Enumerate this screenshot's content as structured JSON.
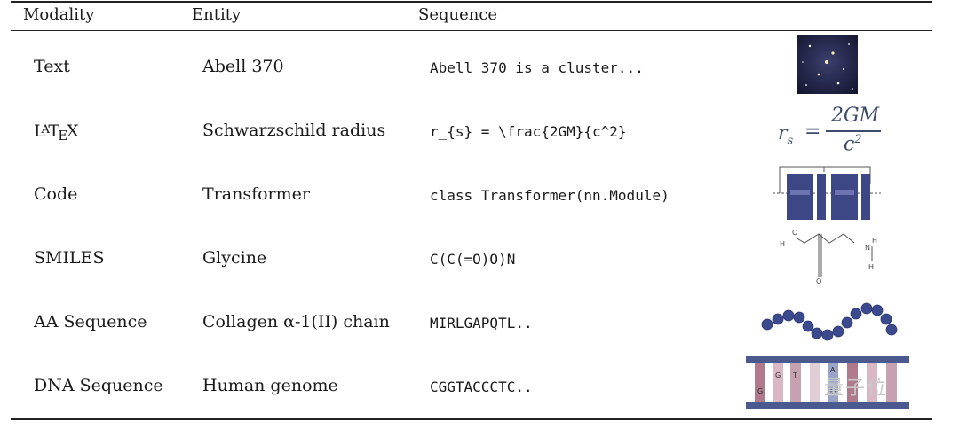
{
  "table": {
    "headers": {
      "modality": "Modality",
      "entity": "Entity",
      "sequence": "Sequence"
    },
    "rows": [
      {
        "modality": "Text",
        "entity": "Abell 370",
        "sequence": "Abell 370 is a cluster...",
        "icon": "galaxy-image-icon"
      },
      {
        "modality": "LaTeX",
        "entity": "Schwarzschild radius",
        "sequence": "r_{s} = \\frac{2GM}{c^2}",
        "icon": "formula-render-icon"
      },
      {
        "modality": "Code",
        "entity": "Transformer",
        "sequence": "class Transformer(nn.Module)",
        "icon": "transformer-diagram-icon"
      },
      {
        "modality": "SMILES",
        "entity": "Glycine",
        "sequence": "C(C(=O)O)N",
        "icon": "molecule-structure-icon"
      },
      {
        "modality": "AA Sequence",
        "entity": "Collagen α-1(II) chain",
        "sequence": "MIRLGAPQTL..",
        "icon": "amino-acid-chain-icon"
      },
      {
        "modality": "DNA Sequence",
        "entity": "Human genome",
        "sequence": "CGGTACCCTC..",
        "icon": "dna-helix-icon"
      }
    ]
  },
  "formula": {
    "lhs": "r",
    "lhs_sub": "s",
    "eq": "=",
    "num": "2GM",
    "den": "c",
    "den_sup": "2"
  },
  "molecule": {
    "h1": "H",
    "o1": "O",
    "o2": "O",
    "n": "N",
    "h2": "H",
    "h3": "H"
  },
  "dna_letters": [
    "G",
    "G",
    "T",
    "A",
    "G"
  ],
  "watermark": "量子位"
}
